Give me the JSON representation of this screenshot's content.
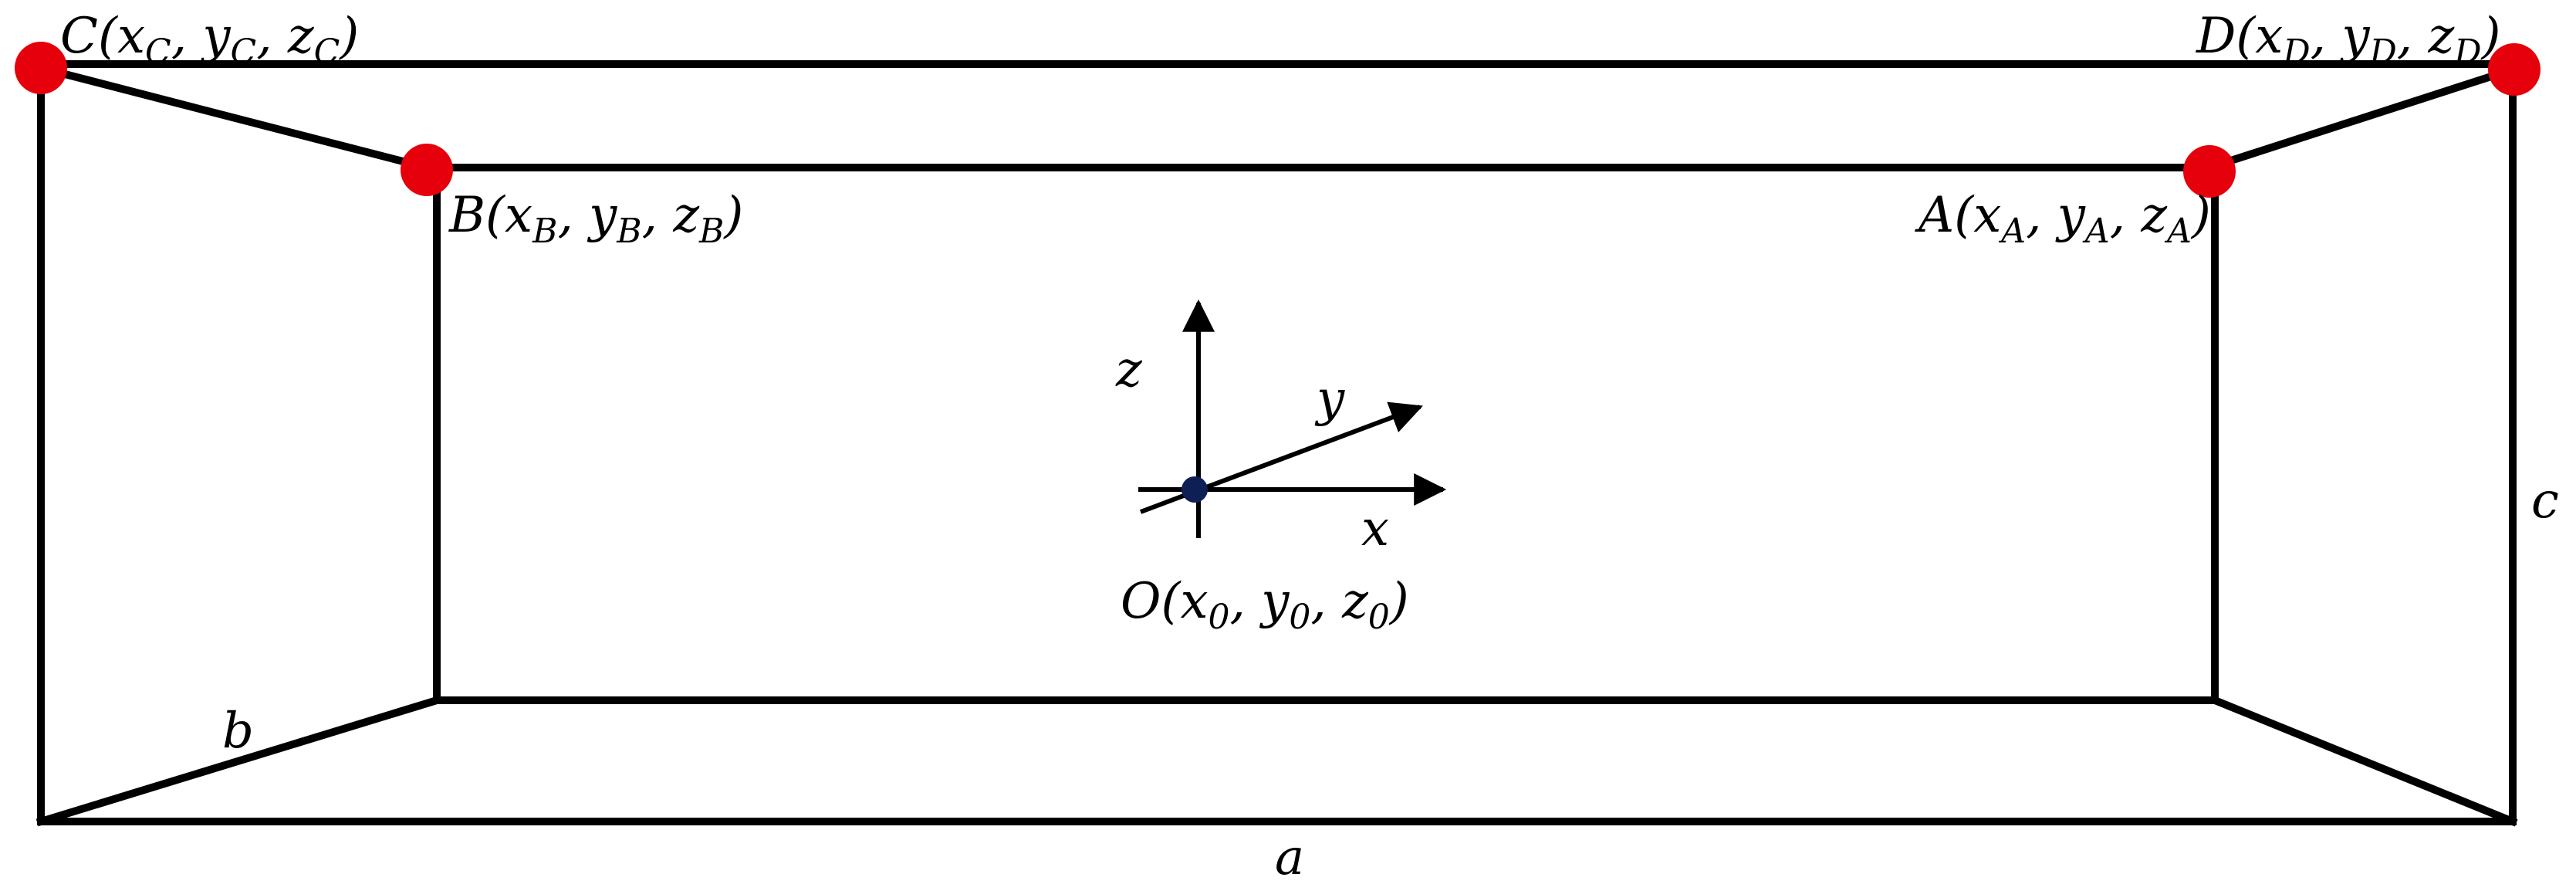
{
  "colors": {
    "edge": "#000000",
    "vertex": "#e5000b",
    "origin": "#0d1f55",
    "background": "#ffffff"
  },
  "points": {
    "C": {
      "name": "C",
      "x": "x",
      "xs": "C",
      "y": "y",
      "ys": "C",
      "z": "z",
      "zs": "C"
    },
    "D": {
      "name": "D",
      "x": "x",
      "xs": "D",
      "y": "y",
      "ys": "D",
      "z": "z",
      "zs": "D"
    },
    "B": {
      "name": "B",
      "x": "x",
      "xs": "B",
      "y": "y",
      "ys": "B",
      "z": "z",
      "zs": "B"
    },
    "A": {
      "name": "A",
      "x": "x",
      "xs": "A",
      "y": "y",
      "ys": "A",
      "z": "z",
      "zs": "A"
    },
    "O": {
      "name": "O",
      "x": "x",
      "xs": "0",
      "y": "y",
      "ys": "0",
      "z": "z",
      "zs": "0"
    }
  },
  "axes": {
    "x": "x",
    "y": "y",
    "z": "z"
  },
  "dimensions": {
    "a": "a",
    "b": "b",
    "c": "c"
  },
  "punct": {
    "open": "(",
    "comma": ", ",
    "close": ")"
  }
}
